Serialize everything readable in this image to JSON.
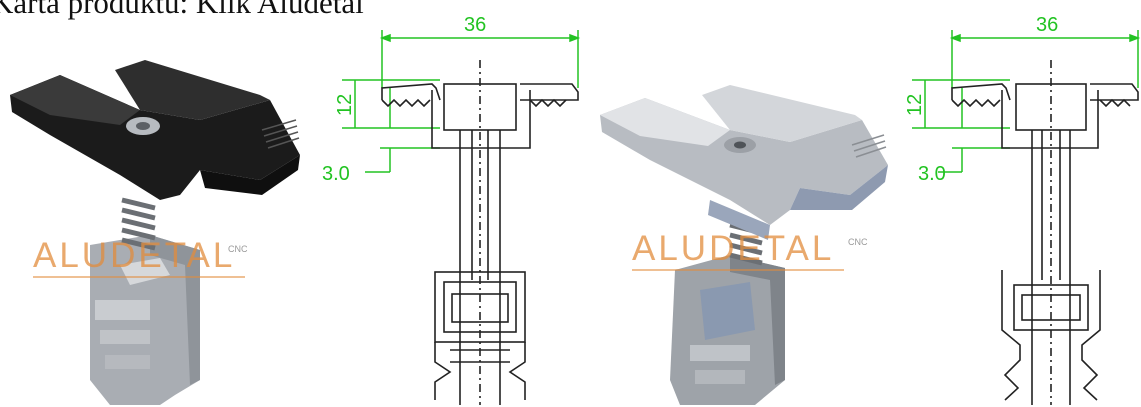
{
  "title": "Karta produktu: Klik Aludetal",
  "watermark": {
    "brand": "ALUDETAL",
    "suffix": "CNC"
  },
  "drawings": [
    {
      "width_label": "36",
      "height_label": "12",
      "thickness_label": "3.0"
    },
    {
      "width_label": "36",
      "height_label": "12",
      "thickness_label": "3.0"
    }
  ],
  "colors": {
    "dimension_green": "#22c322",
    "watermark_orange": "#e08c3c",
    "black_anodized": "#1b1b1b",
    "aluminium": "#b8bcc2"
  }
}
